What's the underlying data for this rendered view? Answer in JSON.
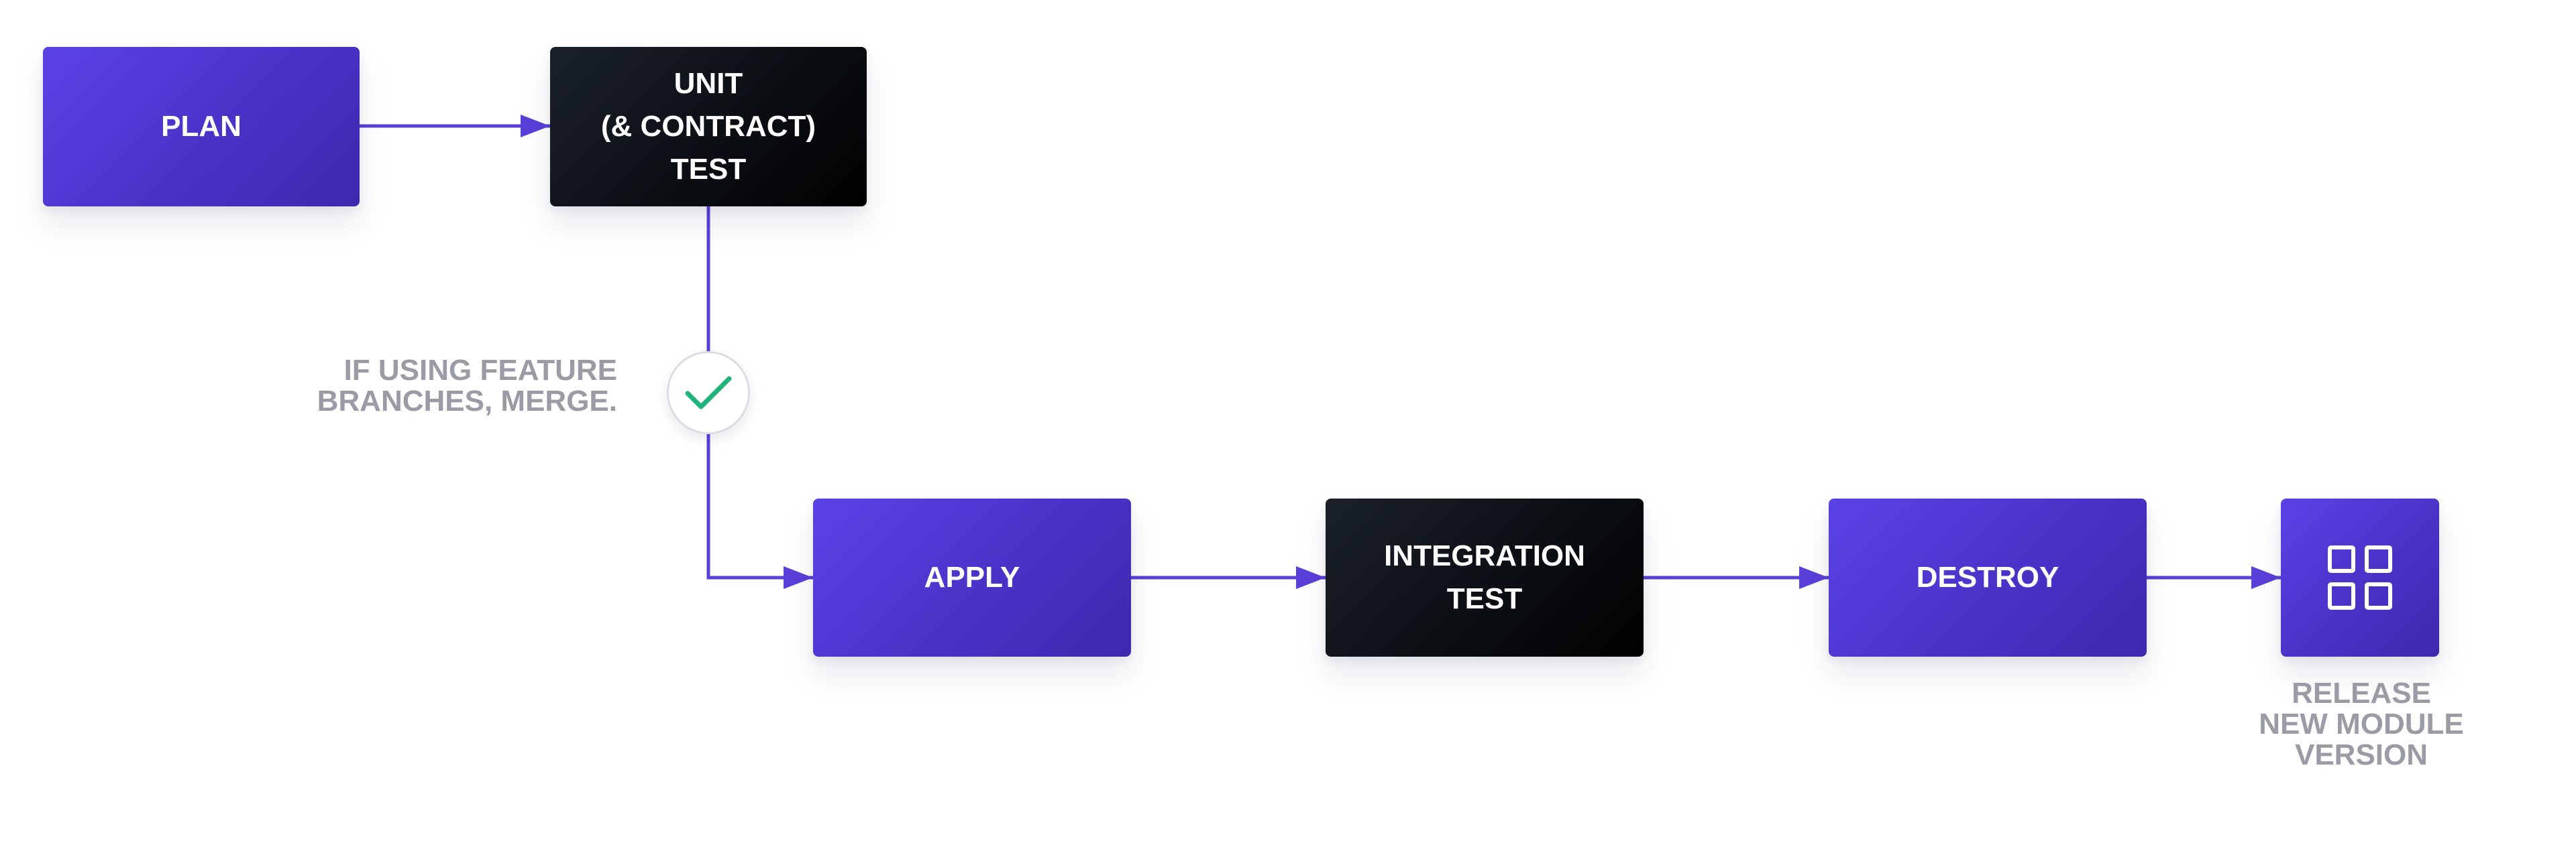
{
  "diagram": {
    "nodes": {
      "plan": {
        "label": "PLAN"
      },
      "unit_test": {
        "label": "UNIT\n(& CONTRACT)\nTEST"
      },
      "apply": {
        "label": "APPLY"
      },
      "integration_test": {
        "label": "INTEGRATION\nTEST"
      },
      "destroy": {
        "label": "DESTROY"
      },
      "release": {
        "icon": "module-grid-icon"
      }
    },
    "captions": {
      "merge_note": "IF USING FEATURE\nBRANCHES, MERGE.",
      "release_note": "RELEASE\nNEW MODULE\nVERSION"
    },
    "check_icon": "checkmark-icon",
    "colors": {
      "purple_box": "#5b42e6",
      "purple_box_dark": "#3d28ad",
      "dark_box": "#0b0f14",
      "connector": "#5a3fd9",
      "caption_text": "#9a9ba5",
      "check": "#21b37c"
    }
  }
}
